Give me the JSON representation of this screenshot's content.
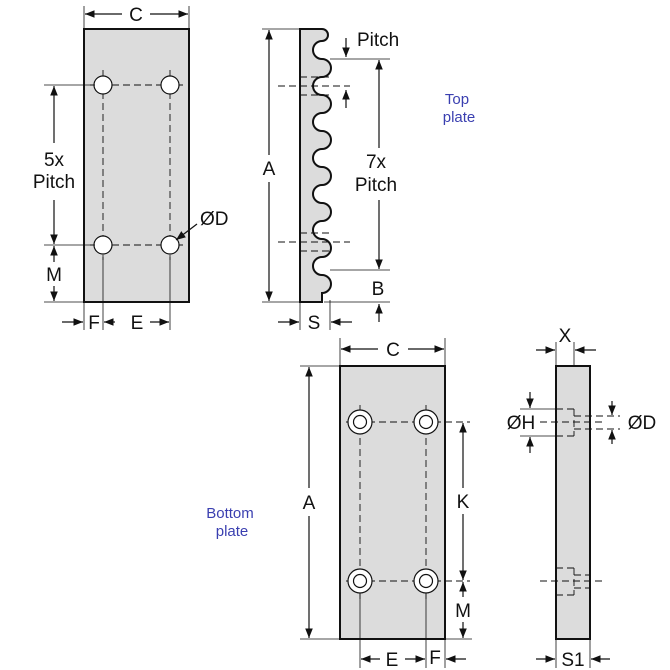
{
  "top_plate": {
    "caption_line1": "Top",
    "caption_line2": "plate",
    "width_label": "C",
    "pitch_multi_line1": "5x",
    "pitch_multi_line2": "Pitch",
    "hole_label": "ØD",
    "m_label": "M",
    "f_label": "F",
    "e_label": "E"
  },
  "top_profile": {
    "pitch_label": "Pitch",
    "length_label": "A",
    "pitch_multi_line1": "7x",
    "pitch_multi_line2": "Pitch",
    "b_label": "B",
    "s_label": "S"
  },
  "bottom_plate": {
    "caption_line1": "Bottom",
    "caption_line2": "plate",
    "width_label": "C",
    "length_label": "A",
    "k_label": "K",
    "m_label": "M",
    "e_label": "E",
    "f_label": "F"
  },
  "bottom_profile": {
    "x_label": "X",
    "h_label": "ØH",
    "d_label": "ØD",
    "s1_label": "S1"
  }
}
